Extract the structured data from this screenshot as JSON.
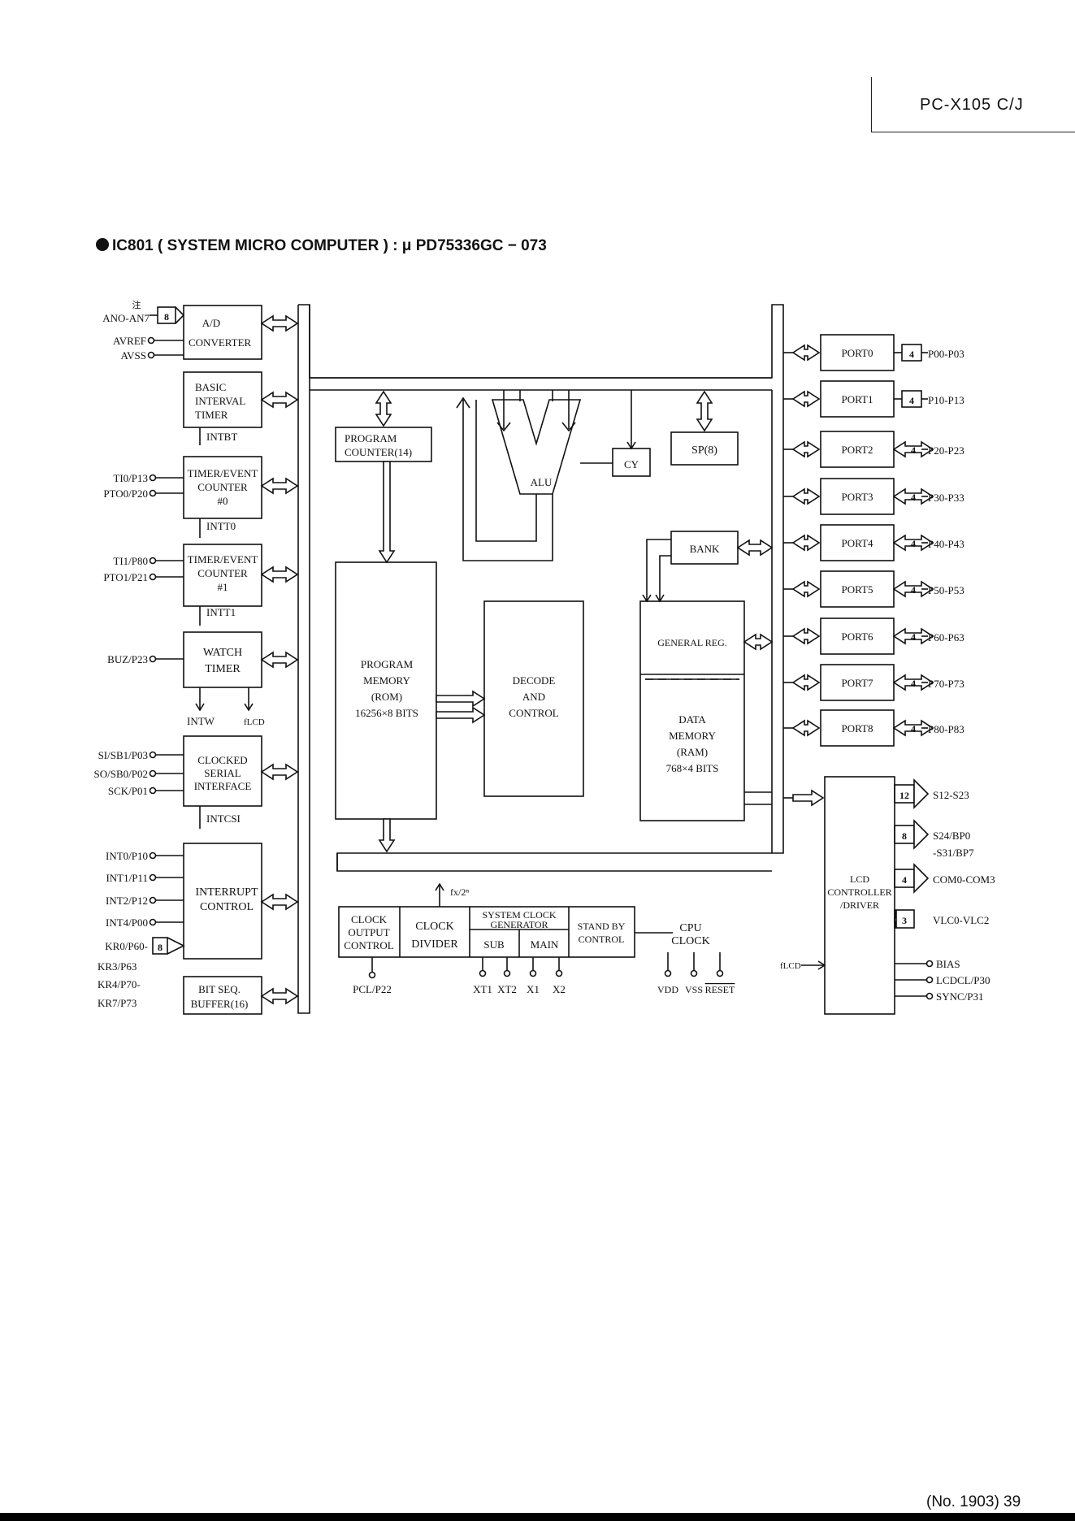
{
  "header": {
    "model": "PC-X105 C/J"
  },
  "title": {
    "text": "IC801 ( SYSTEM MICRO COMPUTER ) : μ PD75336GC − 073"
  },
  "footer": {
    "page": "(No. 1903)  39"
  },
  "left_blocks": {
    "ad": [
      "A/D",
      "CONVERTER"
    ],
    "bit": [
      "BASIC",
      "INTERVAL",
      "TIMER"
    ],
    "tec0": [
      "TIMER/EVENT",
      "COUNTER",
      "#0"
    ],
    "tec1": [
      "TIMER/EVENT",
      "COUNTER",
      "#1"
    ],
    "watch": [
      "WATCH",
      "TIMER"
    ],
    "csi": [
      "CLOCKED",
      "SERIAL",
      "INTERFACE"
    ],
    "intr": [
      "INTERRUPT",
      "CONTROL"
    ],
    "bsb": [
      "BIT SEQ.",
      "BUFFER(16)"
    ]
  },
  "signals": {
    "intbt": "INTBT",
    "intt0": "INTT0",
    "intt1": "INTT1",
    "intw": "INTW",
    "ilcd": "fLCD",
    "intcsi": "INTCSI",
    "fx": "fx/2ⁿ"
  },
  "left_pins": {
    "an": "ANO-AN7",
    "an_note": "注",
    "an_width": "8",
    "avref": "AVREF",
    "avss": "AVSS",
    "ti0": "TI0/P13",
    "pto0": "PTO0/P20",
    "ti1": "TI1/P80",
    "pto1": "PTO1/P21",
    "buz": "BUZ/P23",
    "si": "SI/SB1/P03",
    "so": "SO/SB0/P02",
    "sck": "SCK/P01",
    "int0": "INT0/P10",
    "int1": "INT1/P11",
    "int2": "INT2/P12",
    "int4": "INT4/P00",
    "kr0": "KR0/P60-",
    "kr_width": "8",
    "kr3": "KR3/P63",
    "kr4": "KR4/P70-",
    "kr7": "KR7/P73"
  },
  "center_blocks": {
    "pc": [
      "PROGRAM",
      "COUNTER(14)"
    ],
    "alu": "ALU",
    "cy": "CY",
    "sp": "SP(8)",
    "bank": "BANK",
    "pm": [
      "PROGRAM",
      "MEMORY",
      "(ROM)",
      "16256×8 BITS"
    ],
    "dec": [
      "DECODE",
      "AND",
      "CONTROL"
    ],
    "genreg": "GENERAL REG.",
    "dm": [
      "DATA",
      "MEMORY",
      "(RAM)",
      "768×4 BITS"
    ]
  },
  "clock_blocks": {
    "coc": [
      "CLOCK",
      "OUTPUT",
      "CONTROL"
    ],
    "div": [
      "CLOCK",
      "DIVIDER"
    ],
    "scg": [
      "SYSTEM CLOCK",
      "GENERATOR"
    ],
    "sub": "SUB",
    "main": "MAIN",
    "stb": [
      "STAND BY",
      "CONTROL"
    ],
    "cpu": [
      "CPU",
      "CLOCK"
    ]
  },
  "bottom_pins": {
    "pcl": "PCL/P22",
    "xt1": "XT1",
    "xt2": "XT2",
    "x1": "X1",
    "x2": "X2",
    "vdd": "VDD",
    "vss": "VSS",
    "reset": "RESET"
  },
  "ports": [
    {
      "name": "PORT0",
      "width": "4",
      "pins": "P00-P03"
    },
    {
      "name": "PORT1",
      "width": "4",
      "pins": "P10-P13"
    },
    {
      "name": "PORT2",
      "width": "4",
      "pins": "P20-P23"
    },
    {
      "name": "PORT3",
      "width": "4",
      "pins": "P30-P33"
    },
    {
      "name": "PORT4",
      "width": "4",
      "pins": "P40-P43"
    },
    {
      "name": "PORT5",
      "width": "4",
      "pins": "P50-P53"
    },
    {
      "name": "PORT6",
      "width": "4",
      "pins": "P60-P63"
    },
    {
      "name": "PORT7",
      "width": "4",
      "pins": "P70-P73"
    },
    {
      "name": "PORT8",
      "width": "4",
      "pins": "P80-P83"
    }
  ],
  "lcd": {
    "label": [
      "LCD",
      "CONTROLLER",
      "/DRIVER"
    ],
    "outputs": [
      {
        "width": "12",
        "label": "S12-S23"
      },
      {
        "width": "8",
        "label": "S24/BP0",
        "label2": "-S31/BP7"
      },
      {
        "width": "4",
        "label": "COM0-COM3"
      },
      {
        "width": "3",
        "label": "VLC0-VLC2"
      }
    ],
    "ilcd": "fLCD",
    "pins": [
      "BIAS",
      "LCDCL/P30",
      "SYNC/P31"
    ]
  }
}
